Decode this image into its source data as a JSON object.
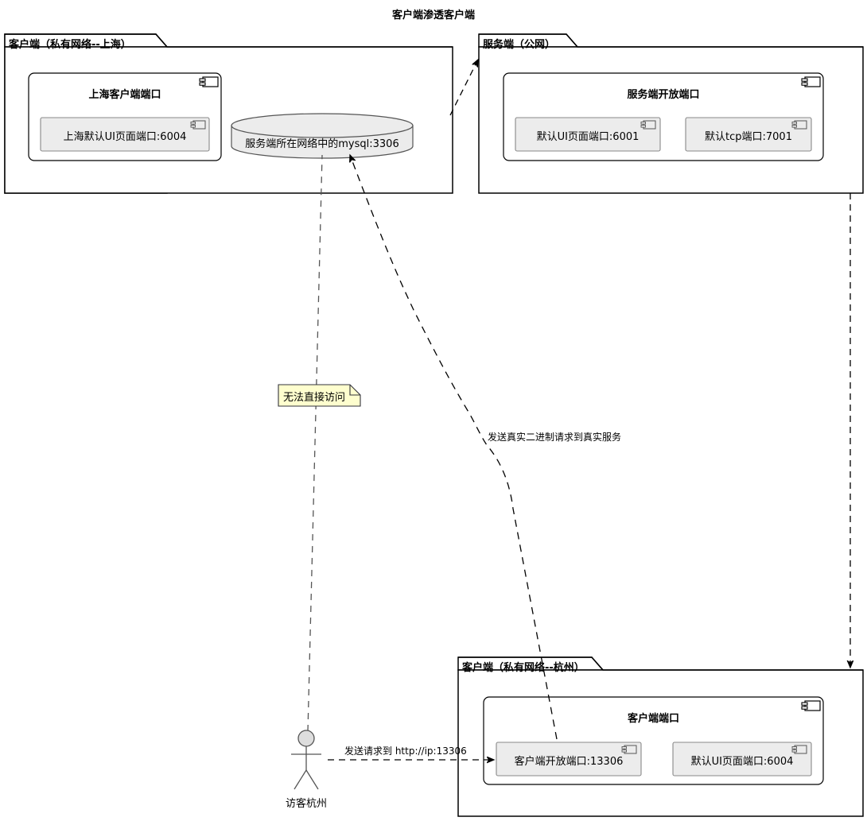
{
  "diagram": {
    "title": "客户端渗透客户端",
    "type": "uml-deployment-diagram"
  },
  "packages": [
    {
      "id": "pkg-shanghai-client",
      "label": "客户端（私有网络--上海）",
      "node": {
        "id": "node-shanghai-client-port",
        "title": "上海客户端端口",
        "components": [
          {
            "id": "comp-shanghai-ui",
            "label": "上海默认UI页面端口:6004"
          }
        ]
      }
    },
    {
      "id": "pkg-server-public",
      "label": "服务端（公网）",
      "node": {
        "id": "node-server-open-port",
        "title": "服务端开放端口",
        "components": [
          {
            "id": "comp-server-ui",
            "label": "默认UI页面端口:6001"
          },
          {
            "id": "comp-server-tcp",
            "label": "默认tcp端口:7001"
          }
        ]
      }
    },
    {
      "id": "pkg-hangzhou-client",
      "label": "客户端（私有网络--杭州）",
      "node": {
        "id": "node-hangzhou-client-port",
        "title": "客户端端口",
        "components": [
          {
            "id": "comp-hangzhou-open",
            "label": "客户端开放端口:13306"
          },
          {
            "id": "comp-hangzhou-ui",
            "label": "默认UI页面端口:6004"
          }
        ]
      }
    }
  ],
  "database": {
    "id": "db-mysql",
    "label": "服务端所在网络中的mysql:3306"
  },
  "actor": {
    "id": "actor-visitor-hangzhou",
    "label": "访客杭州"
  },
  "note": {
    "id": "note-no-direct-access",
    "label": "无法直接访问"
  },
  "edge_labels": [
    {
      "id": "edge-label-binary",
      "label": "发送真实二进制请求到真实服务"
    },
    {
      "id": "edge-label-http",
      "label": "发送请求到 http://ip:13306"
    }
  ],
  "colors": {
    "background": "#FFFFFF",
    "line": "#000000",
    "node_fill": "#FFFFFF",
    "node_stroke": "#000000",
    "component_fill": "#ECECEC",
    "component_stroke": "#888888",
    "database_fill": "#ECECEC",
    "database_stroke": "#555555",
    "note_fill": "#FEFECE",
    "note_stroke": "#33333B",
    "actor_fill": "#DDDDDD",
    "text": "#000000"
  }
}
